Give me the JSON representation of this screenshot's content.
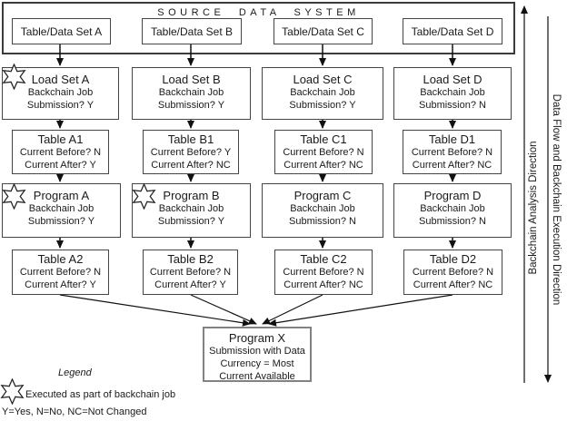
{
  "source_system": {
    "title": "SOURCE DATA SYSTEM"
  },
  "columns": [
    {
      "dataset": "Table/Data Set A",
      "load": {
        "title": "Load Set A",
        "line1": "Backchain Job",
        "line2": "Submission? Y",
        "star": true
      },
      "table1": {
        "title": "Table A1",
        "line1": "Current Before? N",
        "line2": "Current After? Y"
      },
      "program": {
        "title": "Program A",
        "line1": "Backchain Job",
        "line2": "Submission? Y",
        "star": true
      },
      "table2": {
        "title": "Table A2",
        "line1": "Current Before? N",
        "line2": "Current After? Y"
      }
    },
    {
      "dataset": "Table/Data Set B",
      "load": {
        "title": "Load Set B",
        "line1": "Backchain Job",
        "line2": "Submission? Y",
        "star": false
      },
      "table1": {
        "title": "Table B1",
        "line1": "Current Before? Y",
        "line2": "Current After? NC"
      },
      "program": {
        "title": "Program B",
        "line1": "Backchain Job",
        "line2": "Submission? Y",
        "star": true
      },
      "table2": {
        "title": "Table B2",
        "line1": "Current Before? N",
        "line2": "Current After? Y"
      }
    },
    {
      "dataset": "Table/Data Set C",
      "load": {
        "title": "Load Set C",
        "line1": "Backchain Job",
        "line2": "Submission? Y",
        "star": false
      },
      "table1": {
        "title": "Table C1",
        "line1": "Current Before? N",
        "line2": "Current After? NC"
      },
      "program": {
        "title": "Program C",
        "line1": "Backchain Job",
        "line2": "Submission? N",
        "star": false
      },
      "table2": {
        "title": "Table C2",
        "line1": "Current Before? N",
        "line2": "Current After? NC"
      }
    },
    {
      "dataset": "Table/Data Set D",
      "load": {
        "title": "Load Set D",
        "line1": "Backchain Job",
        "line2": "Submission? N",
        "star": false
      },
      "table1": {
        "title": "Table D1",
        "line1": "Current Before? N",
        "line2": "Current After? NC"
      },
      "program": {
        "title": "Program D",
        "line1": "Backchain Job",
        "line2": "Submission? N",
        "star": false
      },
      "table2": {
        "title": "Table D2",
        "line1": "Current Before? N",
        "line2": "Current After? NC"
      }
    }
  ],
  "program_x": {
    "title": "Program X",
    "line1": "Submission with Data",
    "line2": "Currency = Most",
    "line3": "Current Available"
  },
  "side_labels": {
    "analysis": "Backchain Analysis Direction",
    "dataflow": "Data Flow and Backchain Execution Direction"
  },
  "legend": {
    "heading": "Legend",
    "star_label": "Executed as part of backchain job",
    "key": "Y=Yes, N=No, NC=Not Changed"
  },
  "icons": {
    "star": "six-pointed-star outline = executed as part of backchain job"
  },
  "colors": {
    "box_border": "#454545",
    "program_x_border": "#828282",
    "arrow": "#111111",
    "text": "#1a1a1a",
    "background": "#ffffff"
  }
}
